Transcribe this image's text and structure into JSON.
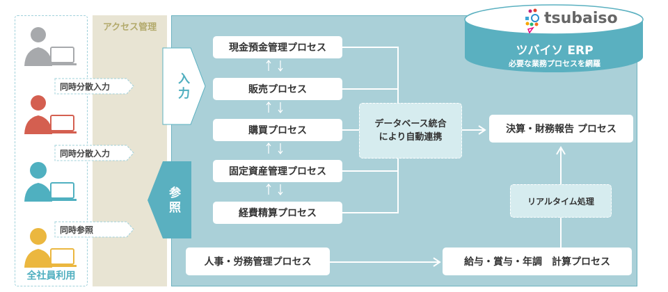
{
  "access_label": "アクセス管理",
  "users": {
    "label": "全社員利用",
    "tags": [
      "同時分散入力",
      "同時分散入力",
      "同時参照"
    ],
    "colors": [
      "#a7a9ac",
      "#d45f50",
      "#4fb0c0",
      "#ebb73f"
    ]
  },
  "flow": {
    "input": "入力",
    "reference": "参照"
  },
  "processes": [
    "現金預金管理プロセス",
    "販売プロセス",
    "購買プロセス",
    "固定資産管理プロセス",
    "経費精算プロセス"
  ],
  "database": {
    "line1": "データベース統合",
    "line2": "により自動連携"
  },
  "result": "決算・財務報告 プロセス",
  "realtime": "リアルタイム処理",
  "hr": "人事・労務管理プロセス",
  "payroll": "給与・賞与・年調　計算プロセス",
  "erp": {
    "logo": "tsubaiso",
    "title": "ツバイソ ERP",
    "subtitle": "必要な業務プロセスを網羅"
  },
  "colors": {
    "teal": "#5ab0c0",
    "panel": "#aad0d8",
    "beige": "#e8e4d3"
  }
}
